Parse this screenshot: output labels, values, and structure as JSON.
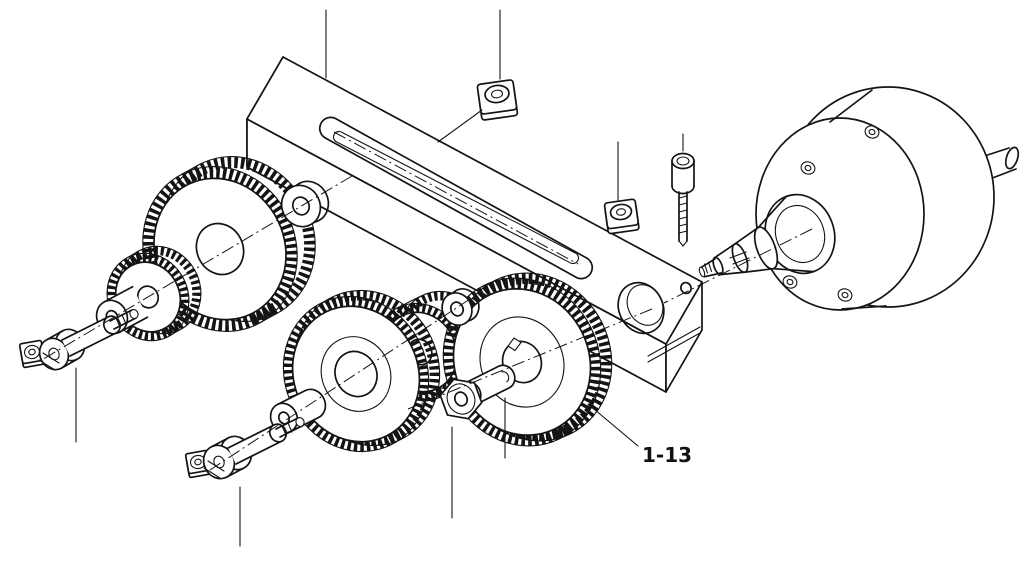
{
  "diagram": {
    "callout_label": "1-13",
    "colors": {
      "background": "#ffffff",
      "line": "#141414"
    },
    "parts": [
      "slotted mounting bar",
      "bar slot",
      "clamp hole",
      "t-nut upper",
      "t-nut middle",
      "socket head cap screw",
      "motor gearhead",
      "motor output shaft",
      "spur gear upper large",
      "pinion gear upper",
      "hub bushing upper",
      "washer upper",
      "square nut left",
      "slotted collar left",
      "stepped shaft left",
      "spur gear center large",
      "pinion gear center",
      "washer center",
      "spur gear right large",
      "hex nut with bushing",
      "sleeve bushing lower",
      "square nut lower",
      "slotted collar lower",
      "stepped shaft lower"
    ]
  }
}
